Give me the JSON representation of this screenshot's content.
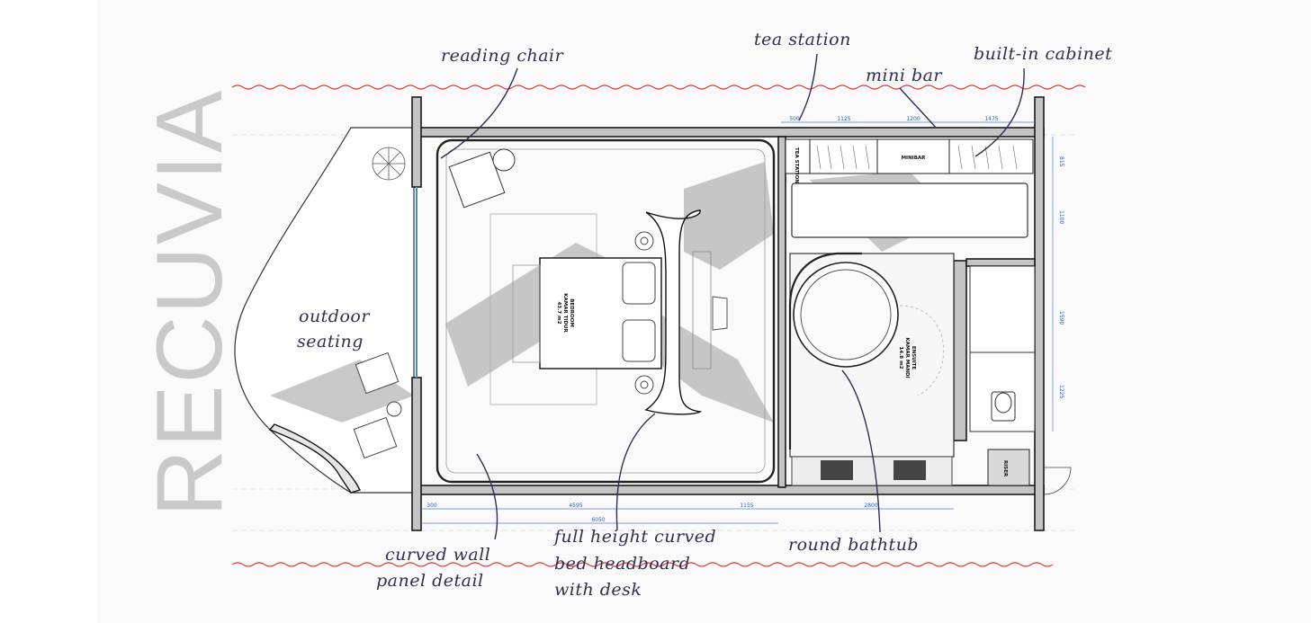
{
  "brand": {
    "name": "RECUVIA"
  },
  "annotations": {
    "reading_chair": "reading chair",
    "tea_station": "tea station",
    "mini_bar": "mini bar",
    "built_in_cabinet": "built-in cabinet",
    "outdoor_seating_1": "outdoor",
    "outdoor_seating_2": "seating",
    "curved_wall_1": "curved wall",
    "curved_wall_2": "panel detail",
    "headboard_1": "full height curved",
    "headboard_2": "bed headboard",
    "headboard_3": "with desk",
    "round_bathtub": "round bathtub"
  },
  "rooms": {
    "bedroom": {
      "line1": "BEDROOM",
      "line2": "KAMAR TIDUR",
      "area": "43.7 m2"
    },
    "ensuite": {
      "line1": "ENSUITE",
      "line2": "KAMAR MANDI",
      "area": "14.8 m2"
    },
    "riser": "RISER",
    "tea_label": "TEA STATION",
    "minibar_label": "MINIBAR"
  },
  "dimensions": {
    "top": [
      "500",
      "1125",
      "1200",
      "1475"
    ],
    "bottom_a": [
      "300",
      "4595",
      "1155",
      "2800"
    ],
    "bottom_total": "6050",
    "right": [
      "815",
      "1100",
      "1590",
      "1225"
    ]
  },
  "colors": {
    "ink": "#2f3050",
    "brand": "#c9c9c9",
    "redline": "#e03a3a",
    "dimension": "#1f5fd0"
  }
}
